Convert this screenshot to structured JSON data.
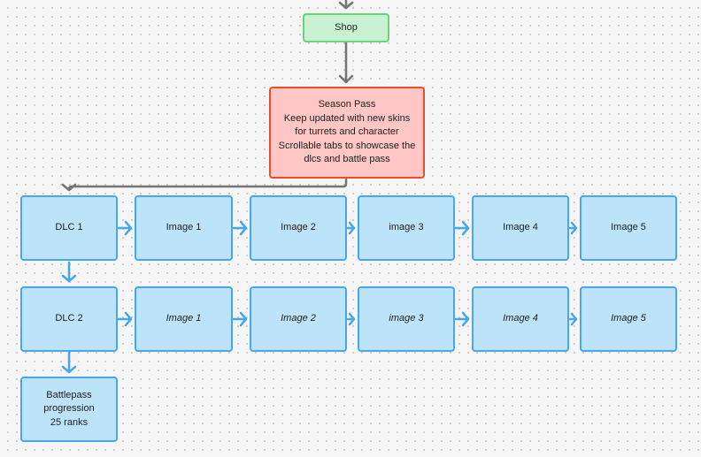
{
  "colors": {
    "gray_connector": "#757575",
    "blue_connector": "#46a7ee",
    "shop_fill": "#c9f2d2",
    "season_fill": "#ffc7c3",
    "item_fill": "#bde3fb"
  },
  "shop": {
    "label": "Shop"
  },
  "season_pass": {
    "lines": [
      "Season Pass",
      "Keep updated with new skins",
      "for turrets and character",
      "Scrollable tabs to showcase the",
      "dlcs and battle pass"
    ]
  },
  "dlc_rows": [
    {
      "label": "DLC 1",
      "images": [
        "Image 1",
        "Image 2",
        "image 3",
        "Image 4",
        "Image 5"
      ]
    },
    {
      "label": "DLC 2",
      "images": [
        "Image 1",
        "Image 2",
        "image 3",
        "Image 4",
        "Image 5"
      ]
    }
  ],
  "battlepass": {
    "lines": [
      "Battlepass",
      "progression",
      "25 ranks"
    ]
  }
}
